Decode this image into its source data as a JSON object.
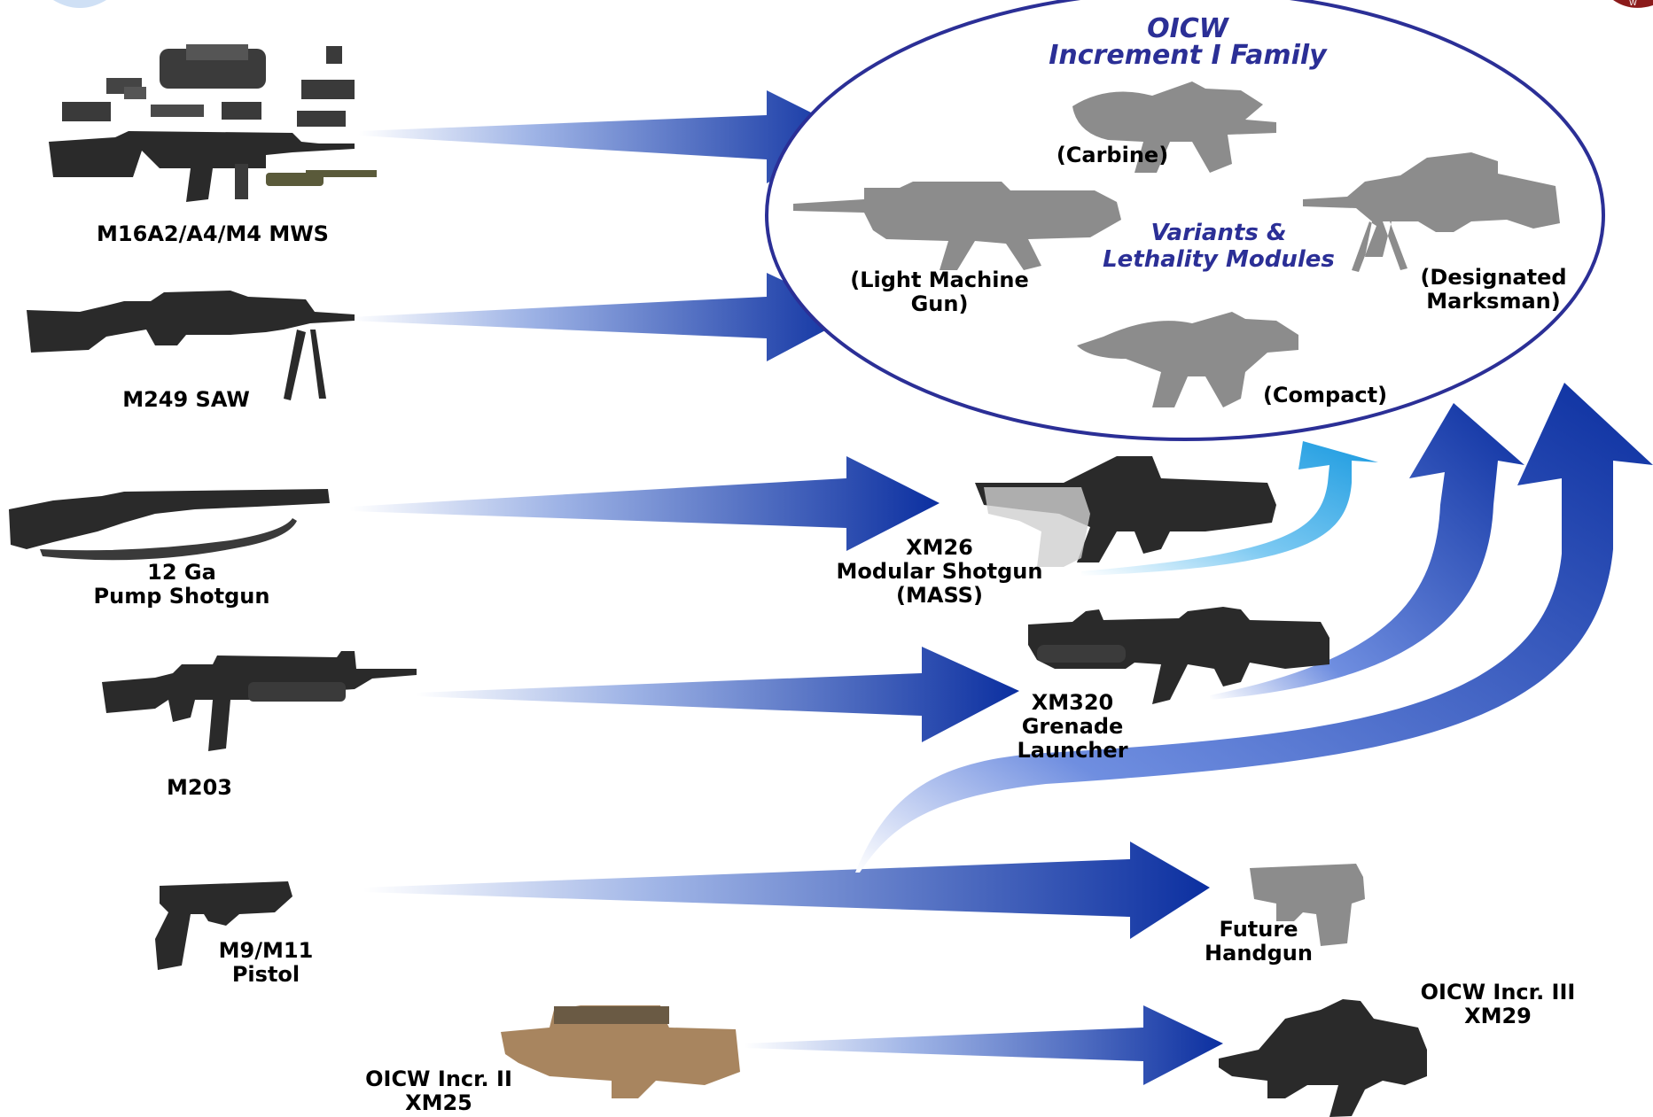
{
  "oicw_family": {
    "title_line1": "OICW",
    "title_line2": "Increment I Family",
    "center_line1": "Variants &",
    "center_line2": "Lethality Modules",
    "carbine": "(Carbine)",
    "lmg_line1": "(Light Machine",
    "lmg_line2": "Gun)",
    "dm_line1": "(Designated",
    "dm_line2": "Marksman)",
    "compact": "(Compact)"
  },
  "current_weapons": {
    "m16": "M16A2/A4/M4 MWS",
    "m249": "M249 SAW",
    "shotgun_line1": "12 Ga",
    "shotgun_line2": "Pump Shotgun",
    "m203": "M203",
    "pistol_line1": "M9/M11",
    "pistol_line2": "Pistol",
    "incr2_line1": "OICW Incr. II",
    "incr2_line2": "XM25"
  },
  "future_weapons": {
    "xm26_line1": "XM26",
    "xm26_line2": "Modular Shotgun",
    "xm26_line3": "(MASS)",
    "xm320_line1": "XM320",
    "xm320_line2": "Grenade",
    "xm320_line3": "Launcher",
    "handgun_line1": "Future",
    "handgun_line2": "Handgun",
    "incr3_line1": "OICW Incr. III",
    "incr3_line2": "XM29"
  },
  "colors": {
    "arrow_dark": "#0b2fa0",
    "arrow_light": "#ffffff",
    "ellipse_stroke": "#2b2f96",
    "title_text": "#2b2f96",
    "weapon_dark": "#2a2a2a",
    "weapon_gray": "#8c8c8c",
    "weapon_tan": "#a8855f",
    "light_curve": "#2aa4e6"
  }
}
